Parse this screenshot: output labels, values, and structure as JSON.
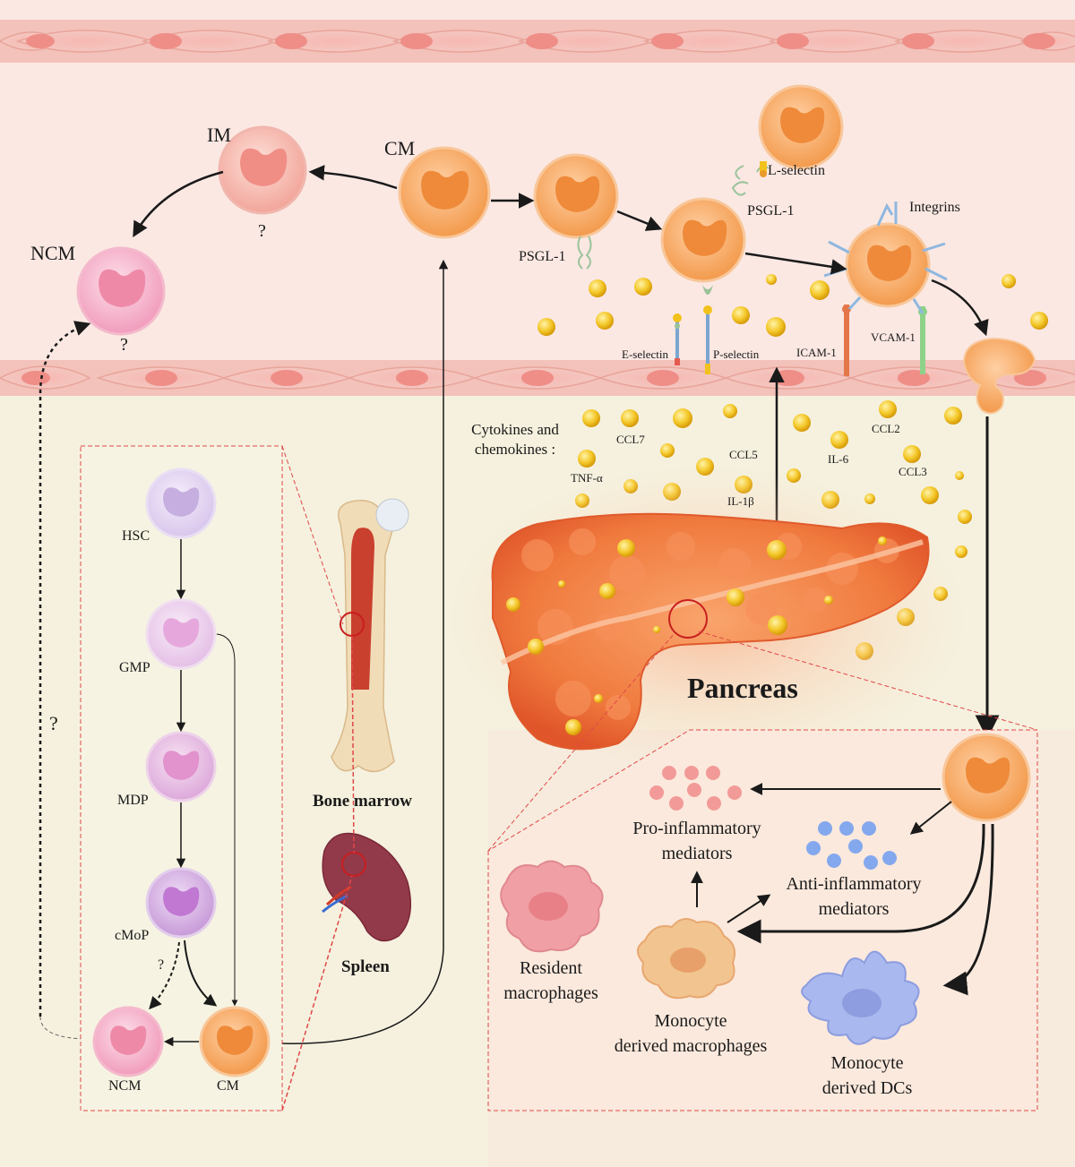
{
  "colors": {
    "vessel_bg": "#fbe9e4",
    "tissue_bg": "#f4f0dc",
    "endothelium": "#f1a8a2",
    "classical_monocyte": "#f7a45a",
    "intermediate_monocyte": "#f4a5a0",
    "nonclassical_monocyte": "#f4a5c0",
    "progenitor": "#d8b8e8",
    "cytokine": "#f2c21c",
    "pancreas": "#f2773a",
    "pro_inflammatory": "#f28a8a",
    "anti_inflammatory": "#7ea7ea",
    "dashed_frame": "#e04848"
  },
  "vessel": {
    "cells": {
      "im": {
        "label": "IM",
        "question": "?"
      },
      "cm": {
        "label": "CM"
      },
      "ncm": {
        "label": "NCM",
        "question": "?"
      }
    },
    "adhesion": {
      "psgl1_left": "PSGL-1",
      "l_selectin": "L-selectin",
      "psgl1_right": "PSGL-1",
      "integrins": "Integrins",
      "e_selectin": "E-selectin",
      "p_selectin": "P-selectin",
      "icam1": "ICAM-1",
      "vcam1": "VCAM-1"
    }
  },
  "cytokines": {
    "heading_line1": "Cytokines and",
    "heading_line2": "chemokines :",
    "ccl7": "CCL7",
    "ccl5": "CCL5",
    "ccl2": "CCL2",
    "ccl3": "CCL3",
    "tnf": "TNF-α",
    "il6": "IL-6",
    "il1b": "IL-1β"
  },
  "marrow": {
    "hsc": "HSC",
    "gmp": "GMP",
    "mdp": "MDP",
    "cmop": "cMoP",
    "ncm": "NCM",
    "cm": "CM",
    "question_small": "?",
    "question_left": "?"
  },
  "organs": {
    "bone_marrow": "Bone marrow",
    "spleen": "Spleen",
    "pancreas": "Pancreas"
  },
  "tissue": {
    "pro_line1": "Pro-inflammatory",
    "pro_line2": "mediators",
    "anti_line1": "Anti-inflammatory",
    "anti_line2": "mediators",
    "resident_line1": "Resident",
    "resident_line2": "macrophages",
    "modm_line1": "Monocyte",
    "modm_line2": "derived macrophages",
    "modc_line1": "Monocyte",
    "modc_line2": "derived DCs"
  }
}
